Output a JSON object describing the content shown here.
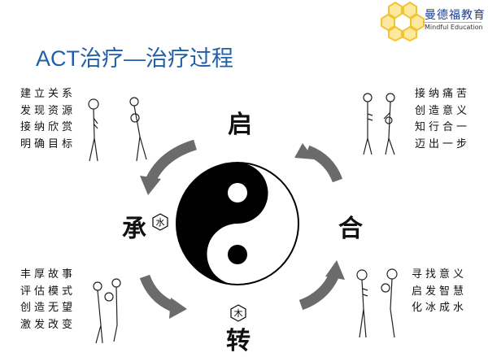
{
  "title": "ACT治疗—治疗过程",
  "logo": {
    "name_cn": "曼德福教育",
    "name_en": "Mindful Education",
    "color": "#f5d34a"
  },
  "stages": {
    "top": "启",
    "left": "承",
    "right": "合",
    "bottom": "转"
  },
  "hex_icons": {
    "left": "水",
    "bottom": "木"
  },
  "blocks": {
    "top_left": [
      "建立关系",
      "发现资源",
      "接纳欣赏",
      "明确目标"
    ],
    "top_right": [
      "接纳痛苦",
      "创造意义",
      "知行合一",
      "迈出一步"
    ],
    "bottom_left": [
      "丰厚故事",
      "评估模式",
      "创造无望",
      "激发改变"
    ],
    "bottom_right": [
      "寻找意义",
      "启发智慧",
      "化冰成水"
    ]
  },
  "colors": {
    "title": "#1f5fa8",
    "arrow": "#6b6b6b"
  }
}
